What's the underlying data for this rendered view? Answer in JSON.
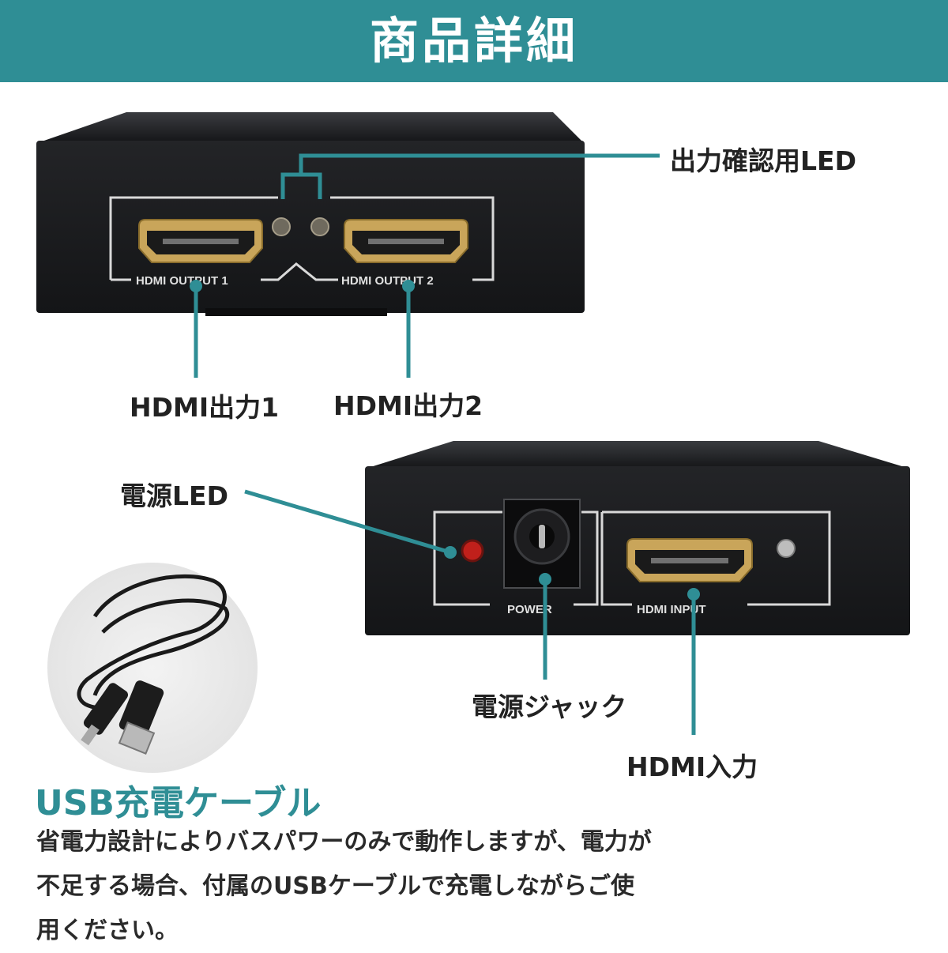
{
  "header": {
    "title": "商品詳細"
  },
  "top_device": {
    "port1_text": "HDMI OUTPUT 1",
    "port2_text": "HDMI OUTPUT 2"
  },
  "bottom_device": {
    "power_text": "POWER",
    "input_text": "HDMI INPUT"
  },
  "callouts": {
    "output_led": "出力確認用LED",
    "hdmi_out1": "HDMI出力1",
    "hdmi_out2": "HDMI出力2",
    "power_led": "電源LED",
    "power_jack": "電源ジャック",
    "hdmi_in": "HDMI入力"
  },
  "usb": {
    "title": "USB充電ケーブル",
    "desc_lines": [
      "省電力設計によりバスパワーのみで動作しますが、電力が",
      "不足する場合、付属のUSBケーブルで充電しながらご使",
      "用ください。"
    ]
  },
  "colors": {
    "accent": "#2f8e95",
    "device": "#1b1c1e",
    "led_red": "#c0201b",
    "gold": "#c9a55a"
  }
}
